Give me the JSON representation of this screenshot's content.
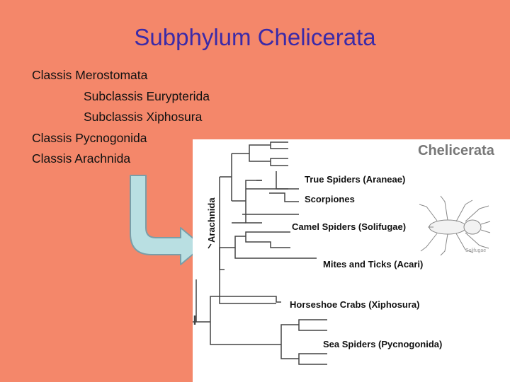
{
  "slide": {
    "title": "Subphylum Chelicerata",
    "outline": [
      {
        "text": "Classis Merostomata",
        "indent": false
      },
      {
        "text": "Subclassis Eurypterida",
        "indent": true
      },
      {
        "text": "Subclassis Xiphosura",
        "indent": true
      },
      {
        "text": "Classis Pycnogonida",
        "indent": false
      },
      {
        "text": "Classis Arachnida",
        "indent": false
      }
    ]
  },
  "tree": {
    "title": "Chelicerata",
    "clade_label": "Arachnida",
    "figure_caption": "Solifugae",
    "taxa": [
      "True Spiders (Araneae)",
      "Scorpiones",
      "Camel Spiders (Solifugae)",
      "Mites and Ticks (Acari)",
      "Horseshoe Crabs (Xiphosura)",
      "Sea Spiders (Pycnogonida)"
    ]
  },
  "colors": {
    "background": "#f4876a",
    "title": "#3b2aa8",
    "arrow_fill": "#b9dfe2",
    "arrow_stroke": "#7a9ea8"
  }
}
